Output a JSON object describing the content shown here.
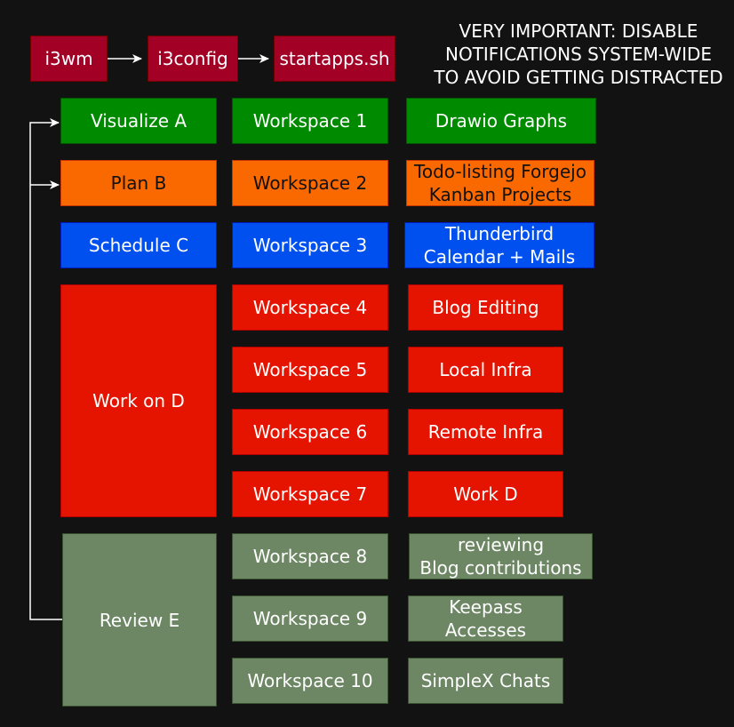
{
  "colors": {
    "background": "#121212",
    "crimson": "#a20025",
    "crimson_border": "#6f0000",
    "green": "#008a00",
    "green_border": "#005700",
    "orange": "#fa6800",
    "orange_border": "#c73500",
    "blue": "#0050ef",
    "blue_border": "#001dbc",
    "red": "#e51400",
    "red_border": "#b20000",
    "sage": "#6d8764",
    "sage_border": "#3a5431",
    "text_light": "#ffffff",
    "text_dark": "#111111",
    "connector": "#ffffff"
  },
  "flow": [
    "i3wm",
    "i3config",
    "startapps.sh"
  ],
  "note": "VERY IMPORTANT: DISABLE\nNOTIFICATIONS SYSTEM-WIDE\nTO AVOID GETTING DISTRACTED",
  "phases": {
    "a": "Visualize A",
    "b": "Plan B",
    "c": "Schedule C",
    "d": "Work on D",
    "e": "Review E"
  },
  "workspaces": [
    "Workspace 1",
    "Workspace 2",
    "Workspace 3",
    "Workspace 4",
    "Workspace 5",
    "Workspace 6",
    "Workspace 7",
    "Workspace 8",
    "Workspace 9",
    "Workspace 10"
  ],
  "apps": [
    "Drawio Graphs",
    "Todo-listing Forgejo\nKanban Projects",
    "Thunderbird\nCalendar + Mails",
    "Blog Editing",
    "Local Infra",
    "Remote Infra",
    "Work D",
    "reviewing\nBlog contributions",
    "Keepass\nAccesses",
    "SimpleX Chats"
  ]
}
